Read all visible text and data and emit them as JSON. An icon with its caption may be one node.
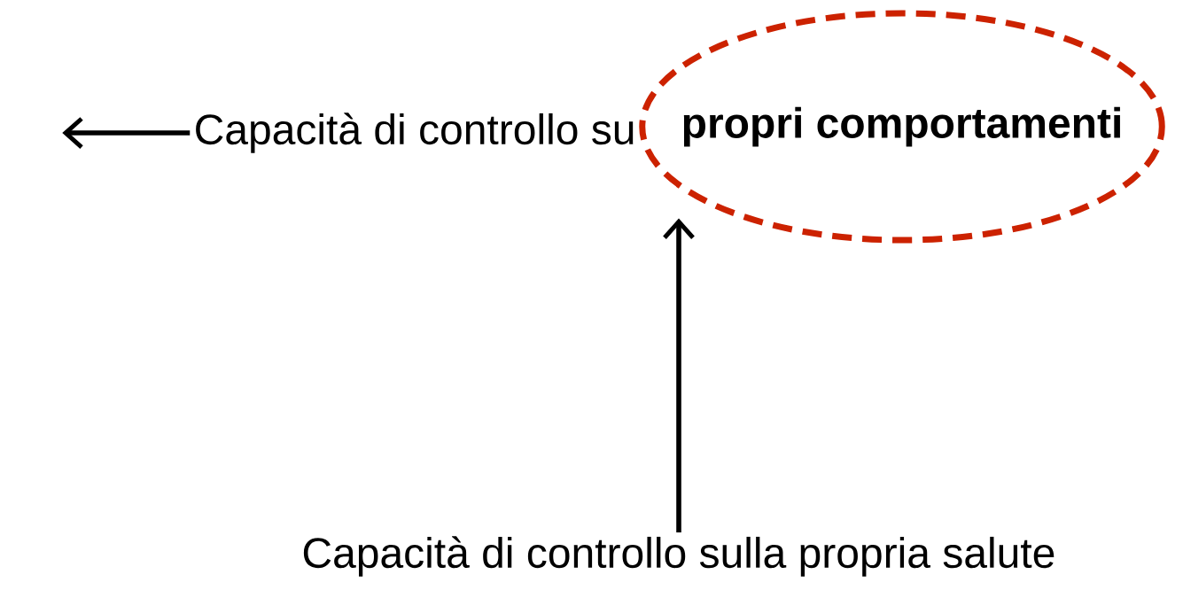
{
  "diagram": {
    "nodes": [
      {
        "text": [
          "Capacità di controllo su"
        ]
      },
      {
        "text": [
          "propri comportamenti"
        ]
      },
      {
        "text": [
          "Capacità di controllo sulla propria salute"
        ]
      }
    ],
    "edges": [
      {
        "from": 0,
        "to": null,
        "arrow": "to"
      },
      {
        "from": 2,
        "to": 1,
        "arrow": "to"
      }
    ]
  }
}
